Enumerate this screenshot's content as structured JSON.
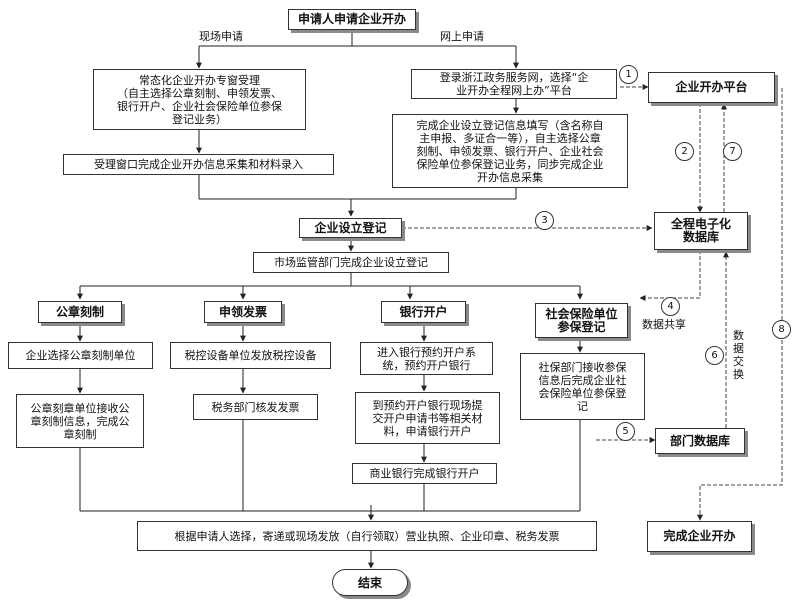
{
  "title": "申请人申请企业开办",
  "branch_labels": {
    "onsite": "现场申请",
    "online": "网上申请"
  },
  "onsite": {
    "special_window": "常态化企业开办专窗受理\n（自主选择公章刻制、申领发票、\n银行开户、企业社会保险单位参保\n登记业务）",
    "window_collect": "受理窗口完成企业开办信息采集和材料录入"
  },
  "online": {
    "login": "登录浙江政务服务网，选择“企\n业开办全程网上办”平台",
    "fill_info": "完成企业设立登记信息填写（含名称自\n主申报、多证合一等），自主选择公章\n刻制、申领发票、银行开户、企业社会\n保险单位参保登记业务，同步完成企业\n开办信息采集"
  },
  "registration": {
    "title": "企业设立登记",
    "market_dept": "市场监管部门完成企业设立登记"
  },
  "seal": {
    "title": "公章刻制",
    "step1": "企业选择公章刻制单位",
    "step2": "公章刻章单位接收公\n章刻制信息，完成公\n章刻制"
  },
  "invoice": {
    "title": "申领发票",
    "step1": "税控设备单位发放税控设备",
    "step2": "税务部门核发发票"
  },
  "bank": {
    "title": "银行开户",
    "step1": "进入银行预约开户系\n统，预约开户银行",
    "step2": "到预约开户银行现场提\n交开户申请书等相关材\n料，申请银行开户",
    "step3": "商业银行完成银行开户"
  },
  "social": {
    "title": "社会保险单位\n参保登记",
    "step1": "社保部门接收参保\n信息后完成企业社\n会保险单位参保登\n记"
  },
  "final_step": "根据申请人选择，寄递或现场发放（自行领取）营业执照、企业印章、税务发票",
  "end_label": "结束",
  "right": {
    "platform": "企业开办平台",
    "database": "全程电子化\n数据库",
    "dept_db": "部门数据库",
    "complete": "完成企业开办"
  },
  "edge_labels": {
    "data_share": "数据共享",
    "data_exchange": "数\n据\n交\n换"
  },
  "step_numbers": [
    "1",
    "2",
    "3",
    "4",
    "5",
    "6",
    "7",
    "8"
  ]
}
